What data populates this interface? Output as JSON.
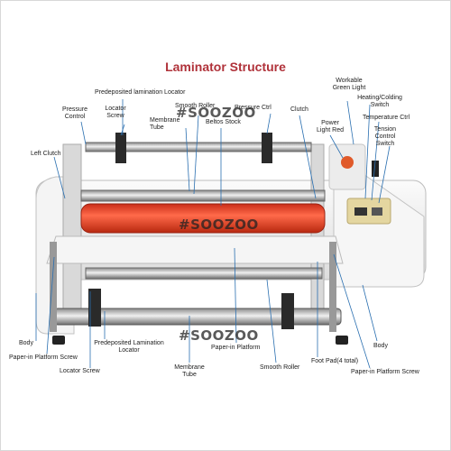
{
  "title": "Laminator Structure",
  "watermark": "#SOOZOO",
  "labels": {
    "predeposited_top": "Predeposited lamination Locator",
    "pressure_control": [
      "Pressure",
      "Control"
    ],
    "locator_screw_top": [
      "Locator",
      "Screw"
    ],
    "membrane_tube_top": [
      "Membrane",
      "Tube"
    ],
    "smooth_roller_top": "Smooth Roller",
    "beltos_stock": "Beltos Stock",
    "pressure_ctrl": "Pressure Ctrl",
    "clutch": "Clutch",
    "power_light": [
      "Power",
      "Light Red"
    ],
    "workable_green": [
      "Workable",
      "Green Light"
    ],
    "heating_switch": [
      "Heating/Colding",
      "Switch"
    ],
    "temperature_ctrl": "Temperature Ctrl",
    "tension_control": [
      "Tension",
      "Control",
      "Switch"
    ],
    "left_clutch": "Left Clutch",
    "body_left": "Body",
    "paper_in_screw_left": "Paper-in Platform Screw",
    "locator_screw_bottom": "Locator Screw",
    "predeposited_bottom": [
      "Predeposited Lamination",
      "Locator"
    ],
    "paper_in_platform": "Paper-in Platform",
    "membrane_tube_bottom": [
      "Membrane",
      "Tube"
    ],
    "smooth_roller_bottom": "Smooth Roller",
    "foot_pad": "Foot Pad(4 total)",
    "body_right": "Body",
    "paper_in_screw_right": "Paper-in Platform Screw"
  },
  "colors": {
    "title": "#b0323a",
    "roller": "#e8442a",
    "machine_body": "#f2f2f2",
    "panel": "#e4d6a0",
    "leader": "#2a6fb0"
  }
}
